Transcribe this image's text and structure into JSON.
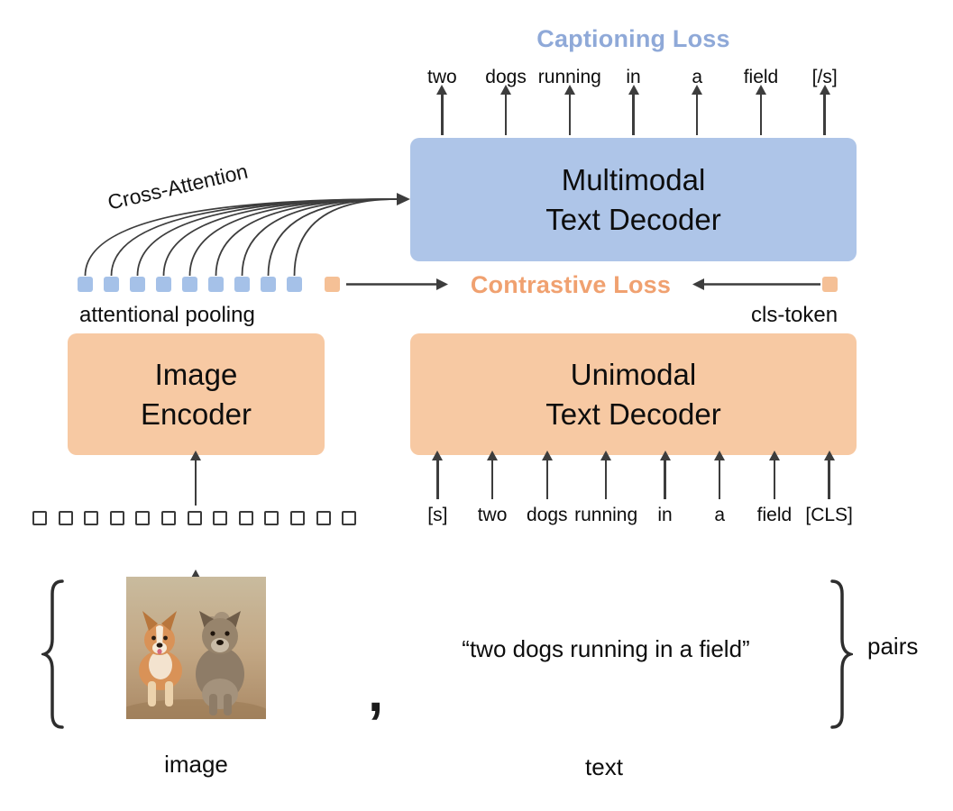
{
  "colors": {
    "blue_box": "#aec5e8",
    "blue_token": "#a5c1e8",
    "orange_box": "#f7c9a3",
    "orange_token": "#f5c096",
    "captioning_loss_text": "#8fa9d8",
    "contrastive_loss_text": "#f0a170",
    "arrow": "#3d3d3d",
    "text": "#111111"
  },
  "losses": {
    "captioning": "Captioning Loss",
    "contrastive": "Contrastive Loss"
  },
  "boxes": {
    "multimodal_decoder": {
      "line1": "Multimodal",
      "line2": "Text Decoder"
    },
    "image_encoder": {
      "line1": "Image",
      "line2": "Encoder"
    },
    "unimodal_decoder": {
      "line1": "Unimodal",
      "line2": "Text Decoder"
    }
  },
  "annotations": {
    "cross_attention": "Cross-Attention",
    "attentional_pooling": "attentional pooling",
    "cls_token": "cls-token",
    "pairs": "pairs",
    "image_label": "image",
    "text_label": "text",
    "comma": ",",
    "caption_text": "“two dogs running in a field”"
  },
  "output_tokens": [
    "two",
    "dogs",
    "running",
    "in",
    "a",
    "field",
    "[/s]"
  ],
  "input_tokens": [
    "[s]",
    "two",
    "dogs",
    "running",
    "in",
    "a",
    "field",
    "[CLS]"
  ],
  "pooled_tokens": {
    "blue_count": 9,
    "orange_count": 1
  },
  "image_patch_tokens": {
    "count": 13
  }
}
